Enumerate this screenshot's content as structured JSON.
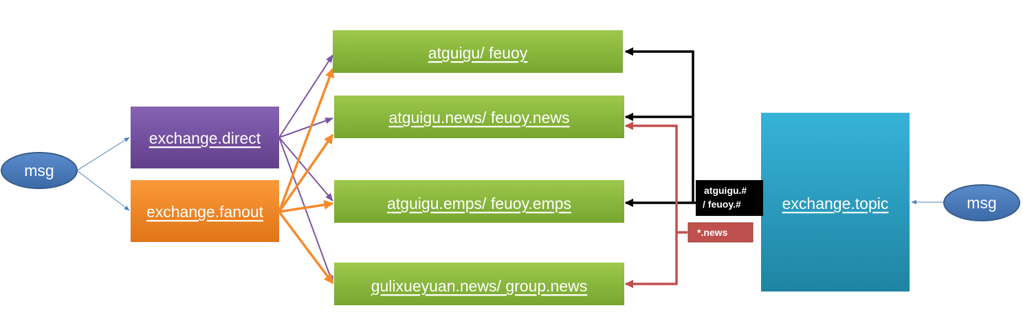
{
  "nodes": {
    "msg_left": "msg",
    "msg_right": "msg",
    "direct": "exchange.direct",
    "fanout": "exchange.fanout",
    "topic": "exchange.topic",
    "q1": "atguigu/ feuoy",
    "q2": "atguigu.news/ feuoy.news",
    "q3": "atguigu.emps/ feuoy.emps",
    "q4": "gulixueyuan.news/ group.news"
  },
  "bindings": {
    "hash_line1": "atguigu.#",
    "hash_line2": "/ feuoy.#",
    "news": "*.news"
  },
  "colors": {
    "msg": "#4f81bd",
    "direct": "#7a54a3",
    "fanout": "#f58a2a",
    "topic": "#31aecf",
    "queue": "#8ab63d",
    "black_route": "#000000",
    "red_route": "#c0504d"
  }
}
